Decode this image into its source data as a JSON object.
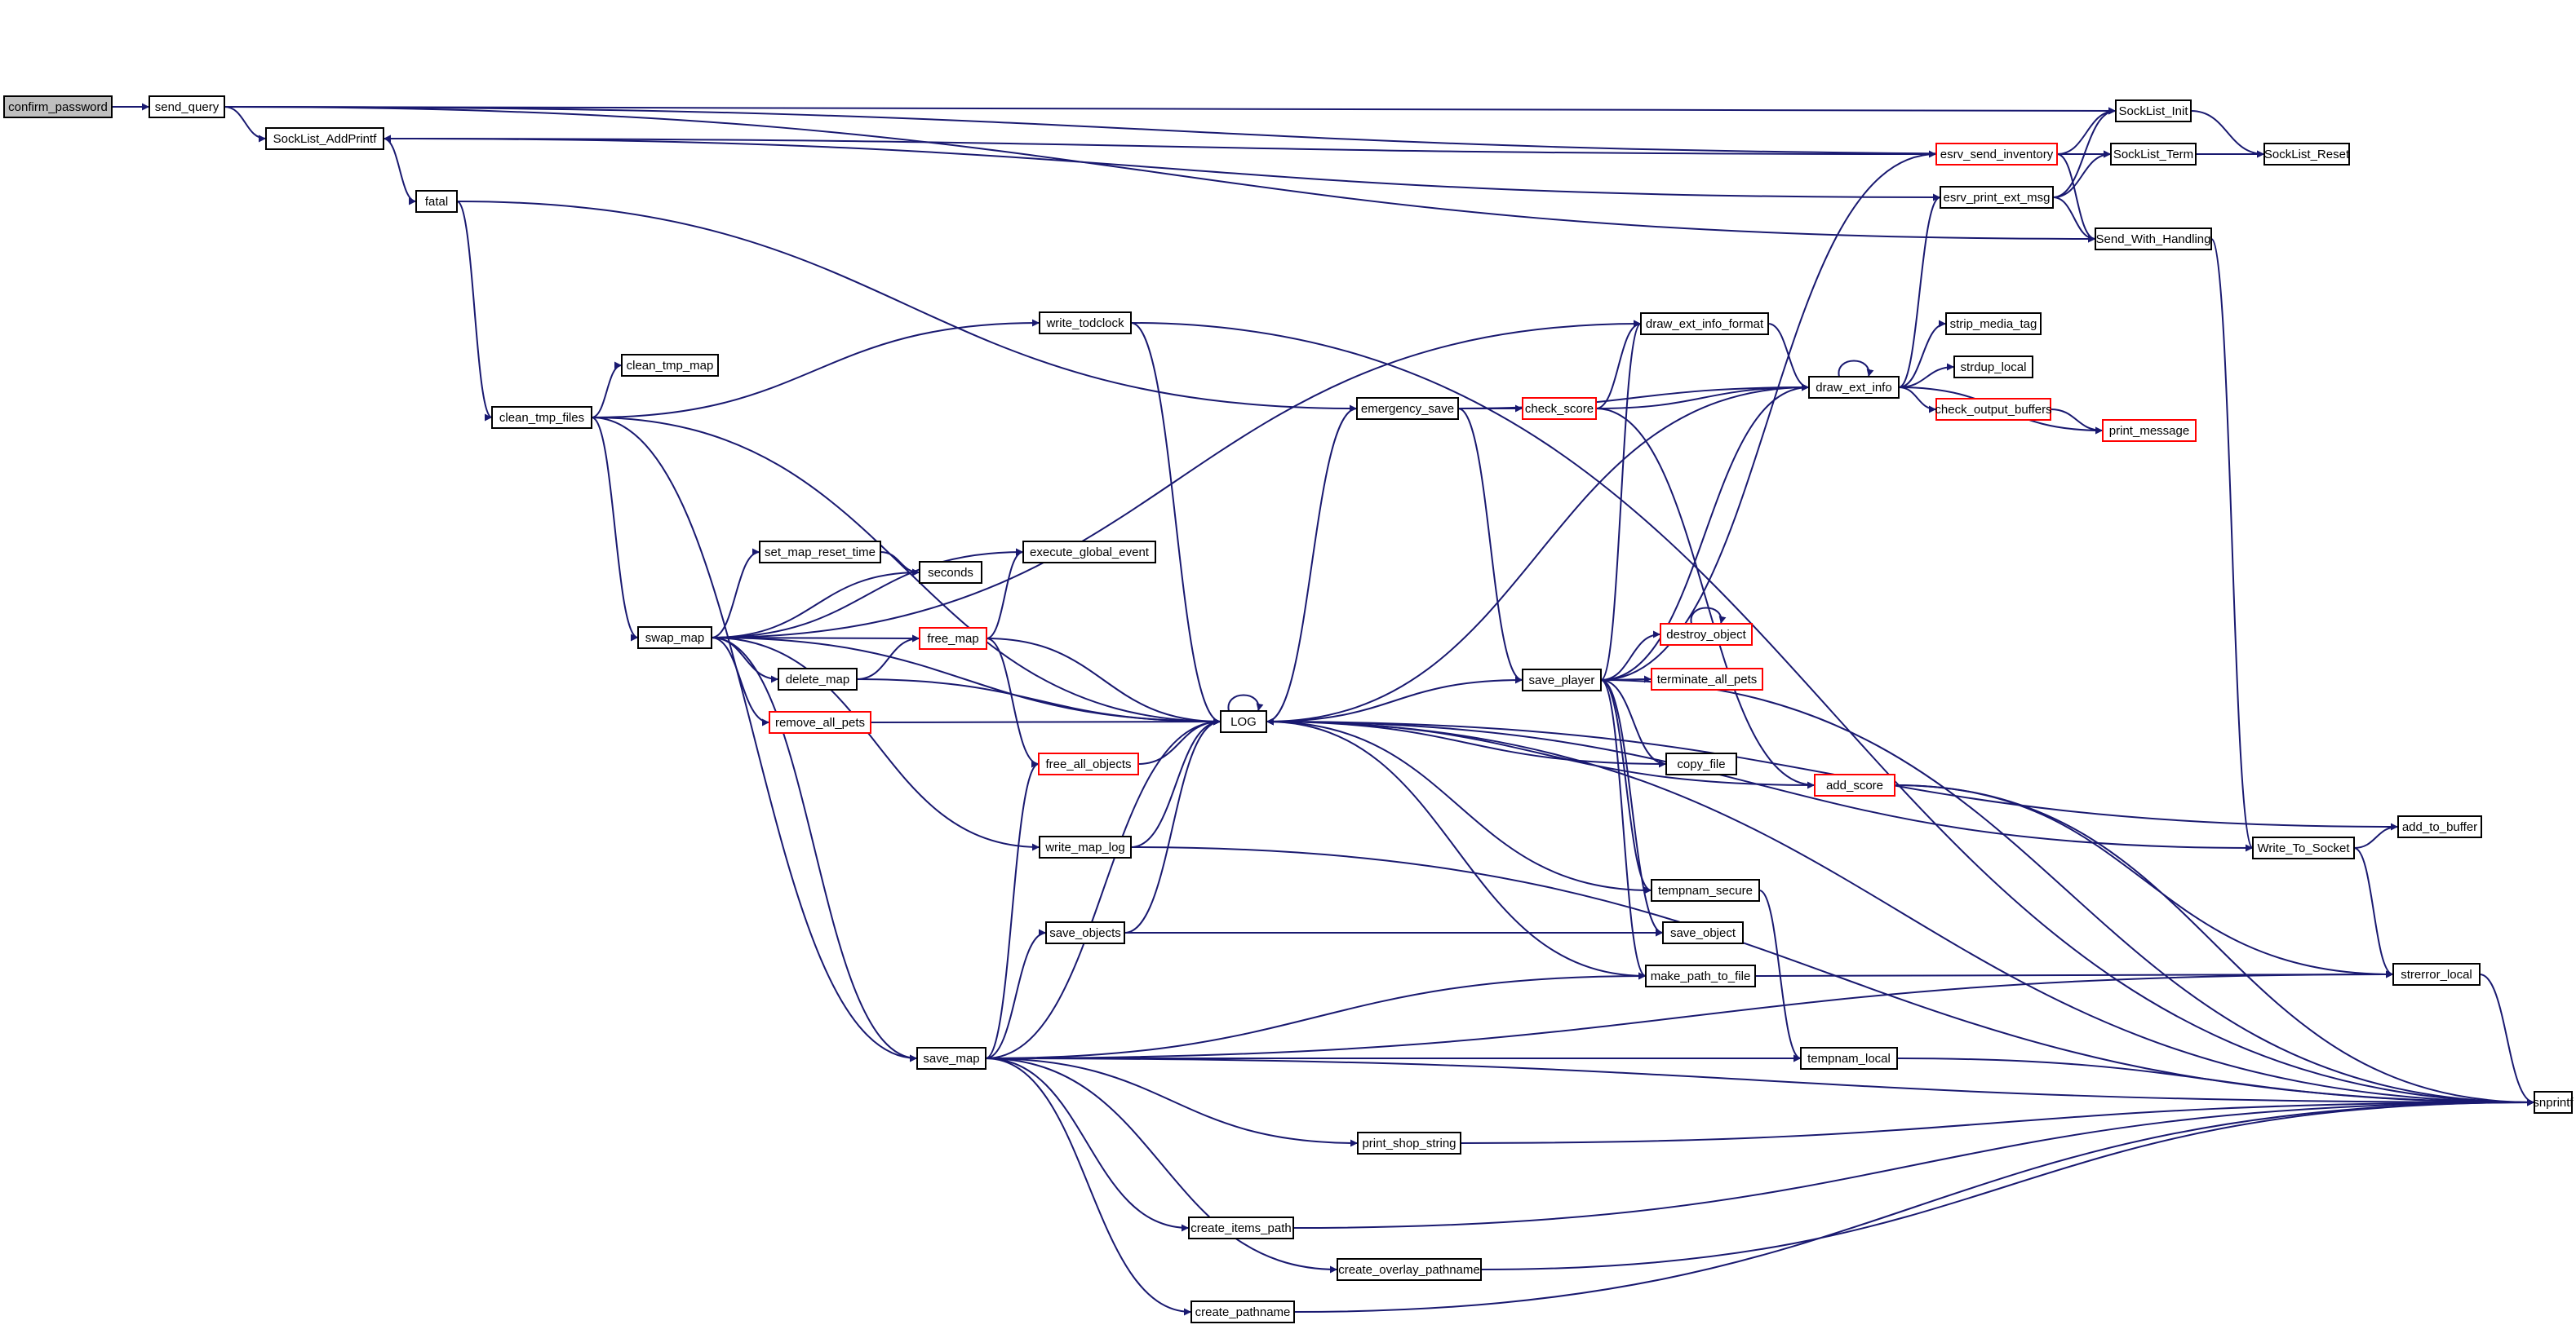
{
  "colors": {
    "edge": "#191970",
    "node_border": "#000000",
    "node_fill": "#ffffff",
    "root_fill": "#bfbfbf",
    "truncated_border": "#ff0000"
  },
  "nodes": [
    {
      "id": "confirm_password",
      "label": "confirm_password",
      "style": "root"
    },
    {
      "id": "send_query",
      "label": "send_query",
      "style": "normal"
    },
    {
      "id": "SockList_AddPrintf",
      "label": "SockList_AddPrintf",
      "style": "normal"
    },
    {
      "id": "fatal",
      "label": "fatal",
      "style": "normal"
    },
    {
      "id": "clean_tmp_files",
      "label": "clean_tmp_files",
      "style": "normal"
    },
    {
      "id": "clean_tmp_map",
      "label": "clean_tmp_map",
      "style": "normal"
    },
    {
      "id": "write_todclock",
      "label": "write_todclock",
      "style": "normal"
    },
    {
      "id": "swap_map",
      "label": "swap_map",
      "style": "normal"
    },
    {
      "id": "set_map_reset_time",
      "label": "set_map_reset_time",
      "style": "normal"
    },
    {
      "id": "seconds",
      "label": "seconds",
      "style": "normal"
    },
    {
      "id": "execute_global_event",
      "label": "execute_global_event",
      "style": "normal"
    },
    {
      "id": "free_map",
      "label": "free_map",
      "style": "truncated"
    },
    {
      "id": "delete_map",
      "label": "delete_map",
      "style": "normal"
    },
    {
      "id": "remove_all_pets",
      "label": "remove_all_pets",
      "style": "truncated"
    },
    {
      "id": "free_all_objects",
      "label": "free_all_objects",
      "style": "truncated"
    },
    {
      "id": "LOG",
      "label": "LOG",
      "style": "normal"
    },
    {
      "id": "write_map_log",
      "label": "write_map_log",
      "style": "normal"
    },
    {
      "id": "save_objects",
      "label": "save_objects",
      "style": "normal"
    },
    {
      "id": "save_map",
      "label": "save_map",
      "style": "normal"
    },
    {
      "id": "emergency_save",
      "label": "emergency_save",
      "style": "normal"
    },
    {
      "id": "check_score",
      "label": "check_score",
      "style": "truncated"
    },
    {
      "id": "draw_ext_info_format",
      "label": "draw_ext_info_format",
      "style": "normal"
    },
    {
      "id": "draw_ext_info",
      "label": "draw_ext_info",
      "style": "normal"
    },
    {
      "id": "save_player",
      "label": "save_player",
      "style": "normal"
    },
    {
      "id": "destroy_object",
      "label": "destroy_object",
      "style": "truncated"
    },
    {
      "id": "terminate_all_pets",
      "label": "terminate_all_pets",
      "style": "truncated"
    },
    {
      "id": "copy_file",
      "label": "copy_file",
      "style": "normal"
    },
    {
      "id": "add_score",
      "label": "add_score",
      "style": "truncated"
    },
    {
      "id": "tempnam_secure",
      "label": "tempnam_secure",
      "style": "normal"
    },
    {
      "id": "save_object",
      "label": "save_object",
      "style": "normal"
    },
    {
      "id": "make_path_to_file",
      "label": "make_path_to_file",
      "style": "normal"
    },
    {
      "id": "tempnam_local",
      "label": "tempnam_local",
      "style": "normal"
    },
    {
      "id": "print_shop_string",
      "label": "print_shop_string",
      "style": "normal"
    },
    {
      "id": "create_items_path",
      "label": "create_items_path",
      "style": "normal"
    },
    {
      "id": "create_overlay_pathname",
      "label": "create_overlay_pathname",
      "style": "normal"
    },
    {
      "id": "create_pathname",
      "label": "create_pathname",
      "style": "normal"
    },
    {
      "id": "esrv_send_inventory",
      "label": "esrv_send_inventory",
      "style": "truncated"
    },
    {
      "id": "esrv_print_ext_msg",
      "label": "esrv_print_ext_msg",
      "style": "normal"
    },
    {
      "id": "SockList_Init",
      "label": "SockList_Init",
      "style": "normal"
    },
    {
      "id": "SockList_Term",
      "label": "SockList_Term",
      "style": "normal"
    },
    {
      "id": "SockList_Reset",
      "label": "SockList_Reset",
      "style": "normal"
    },
    {
      "id": "Send_With_Handling",
      "label": "Send_With_Handling",
      "style": "normal"
    },
    {
      "id": "strip_media_tag",
      "label": "strip_media_tag",
      "style": "normal"
    },
    {
      "id": "strdup_local",
      "label": "strdup_local",
      "style": "normal"
    },
    {
      "id": "check_output_buffers",
      "label": "check_output_buffers",
      "style": "truncated"
    },
    {
      "id": "print_message",
      "label": "print_message",
      "style": "truncated"
    },
    {
      "id": "Write_To_Socket",
      "label": "Write_To_Socket",
      "style": "normal"
    },
    {
      "id": "add_to_buffer",
      "label": "add_to_buffer",
      "style": "normal"
    },
    {
      "id": "strerror_local",
      "label": "strerror_local",
      "style": "normal"
    },
    {
      "id": "snprintf",
      "label": "snprintf",
      "style": "normal"
    }
  ],
  "edges": [
    [
      "confirm_password",
      "send_query"
    ],
    [
      "send_query",
      "SockList_AddPrintf"
    ],
    [
      "send_query",
      "SockList_Init"
    ],
    [
      "send_query",
      "SockList_Term"
    ],
    [
      "send_query",
      "Send_With_Handling"
    ],
    [
      "SockList_AddPrintf",
      "fatal"
    ],
    [
      "fatal",
      "clean_tmp_files"
    ],
    [
      "fatal",
      "emergency_save"
    ],
    [
      "clean_tmp_files",
      "clean_tmp_map"
    ],
    [
      "clean_tmp_files",
      "write_todclock"
    ],
    [
      "clean_tmp_files",
      "swap_map"
    ],
    [
      "clean_tmp_files",
      "LOG"
    ],
    [
      "clean_tmp_files",
      "save_map"
    ],
    [
      "write_todclock",
      "LOG"
    ],
    [
      "write_todclock",
      "snprintf"
    ],
    [
      "swap_map",
      "set_map_reset_time"
    ],
    [
      "swap_map",
      "seconds"
    ],
    [
      "swap_map",
      "execute_global_event"
    ],
    [
      "swap_map",
      "free_map"
    ],
    [
      "swap_map",
      "delete_map"
    ],
    [
      "swap_map",
      "remove_all_pets"
    ],
    [
      "swap_map",
      "LOG"
    ],
    [
      "swap_map",
      "write_map_log"
    ],
    [
      "swap_map",
      "save_map"
    ],
    [
      "swap_map",
      "draw_ext_info_format"
    ],
    [
      "set_map_reset_time",
      "seconds"
    ],
    [
      "free_map",
      "execute_global_event"
    ],
    [
      "free_map",
      "LOG"
    ],
    [
      "free_map",
      "free_all_objects"
    ],
    [
      "delete_map",
      "free_map"
    ],
    [
      "delete_map",
      "LOG"
    ],
    [
      "remove_all_pets",
      "LOG"
    ],
    [
      "free_all_objects",
      "LOG"
    ],
    [
      "write_map_log",
      "LOG"
    ],
    [
      "write_map_log",
      "snprintf"
    ],
    [
      "save_objects",
      "LOG"
    ],
    [
      "save_objects",
      "save_object"
    ],
    [
      "save_map",
      "free_all_objects"
    ],
    [
      "save_map",
      "LOG"
    ],
    [
      "save_map",
      "save_objects"
    ],
    [
      "save_map",
      "make_path_to_file"
    ],
    [
      "save_map",
      "strerror_local"
    ],
    [
      "save_map",
      "tempnam_local"
    ],
    [
      "save_map",
      "print_shop_string"
    ],
    [
      "save_map",
      "snprintf"
    ],
    [
      "save_map",
      "create_items_path"
    ],
    [
      "save_map",
      "create_overlay_pathname"
    ],
    [
      "save_map",
      "create_pathname"
    ],
    [
      "emergency_save",
      "check_score"
    ],
    [
      "emergency_save",
      "LOG"
    ],
    [
      "emergency_save",
      "save_player"
    ],
    [
      "emergency_save",
      "draw_ext_info"
    ],
    [
      "check_score",
      "draw_ext_info_format"
    ],
    [
      "check_score",
      "draw_ext_info"
    ],
    [
      "check_score",
      "add_score"
    ],
    [
      "draw_ext_info_format",
      "draw_ext_info"
    ],
    [
      "draw_ext_info",
      "draw_ext_info"
    ],
    [
      "draw_ext_info",
      "LOG"
    ],
    [
      "draw_ext_info",
      "esrv_print_ext_msg"
    ],
    [
      "draw_ext_info",
      "strip_media_tag"
    ],
    [
      "draw_ext_info",
      "strdup_local"
    ],
    [
      "draw_ext_info",
      "check_output_buffers"
    ],
    [
      "draw_ext_info",
      "print_message"
    ],
    [
      "check_output_buffers",
      "print_message"
    ],
    [
      "save_player",
      "LOG"
    ],
    [
      "save_player",
      "esrv_send_inventory"
    ],
    [
      "save_player",
      "draw_ext_info_format"
    ],
    [
      "save_player",
      "draw_ext_info"
    ],
    [
      "save_player",
      "destroy_object"
    ],
    [
      "save_player",
      "terminate_all_pets"
    ],
    [
      "save_player",
      "copy_file"
    ],
    [
      "save_player",
      "tempnam_secure"
    ],
    [
      "save_player",
      "save_object"
    ],
    [
      "save_player",
      "make_path_to_file"
    ],
    [
      "save_player",
      "snprintf"
    ],
    [
      "destroy_object",
      "destroy_object"
    ],
    [
      "copy_file",
      "LOG"
    ],
    [
      "add_score",
      "LOG"
    ],
    [
      "add_score",
      "strerror_local"
    ],
    [
      "add_score",
      "snprintf"
    ],
    [
      "tempnam_secure",
      "LOG"
    ],
    [
      "tempnam_secure",
      "tempnam_local"
    ],
    [
      "make_path_to_file",
      "LOG"
    ],
    [
      "make_path_to_file",
      "strerror_local"
    ],
    [
      "tempnam_local",
      "snprintf"
    ],
    [
      "print_shop_string",
      "snprintf"
    ],
    [
      "create_items_path",
      "snprintf"
    ],
    [
      "create_overlay_pathname",
      "snprintf"
    ],
    [
      "create_pathname",
      "snprintf"
    ],
    [
      "esrv_send_inventory",
      "SockList_AddPrintf"
    ],
    [
      "esrv_send_inventory",
      "SockList_Init"
    ],
    [
      "esrv_send_inventory",
      "SockList_Term"
    ],
    [
      "esrv_send_inventory",
      "SockList_Reset"
    ],
    [
      "esrv_send_inventory",
      "Send_With_Handling"
    ],
    [
      "esrv_print_ext_msg",
      "SockList_AddPrintf"
    ],
    [
      "esrv_print_ext_msg",
      "SockList_Init"
    ],
    [
      "esrv_print_ext_msg",
      "SockList_Term"
    ],
    [
      "esrv_print_ext_msg",
      "Send_With_Handling"
    ],
    [
      "SockList_Init",
      "SockList_Reset"
    ],
    [
      "Send_With_Handling",
      "Write_To_Socket"
    ],
    [
      "Write_To_Socket",
      "LOG"
    ],
    [
      "Write_To_Socket",
      "add_to_buffer"
    ],
    [
      "Write_To_Socket",
      "strerror_local"
    ],
    [
      "add_to_buffer",
      "LOG"
    ],
    [
      "strerror_local",
      "snprintf"
    ],
    [
      "LOG",
      "LOG"
    ],
    [
      "LOG",
      "snprintf"
    ]
  ]
}
